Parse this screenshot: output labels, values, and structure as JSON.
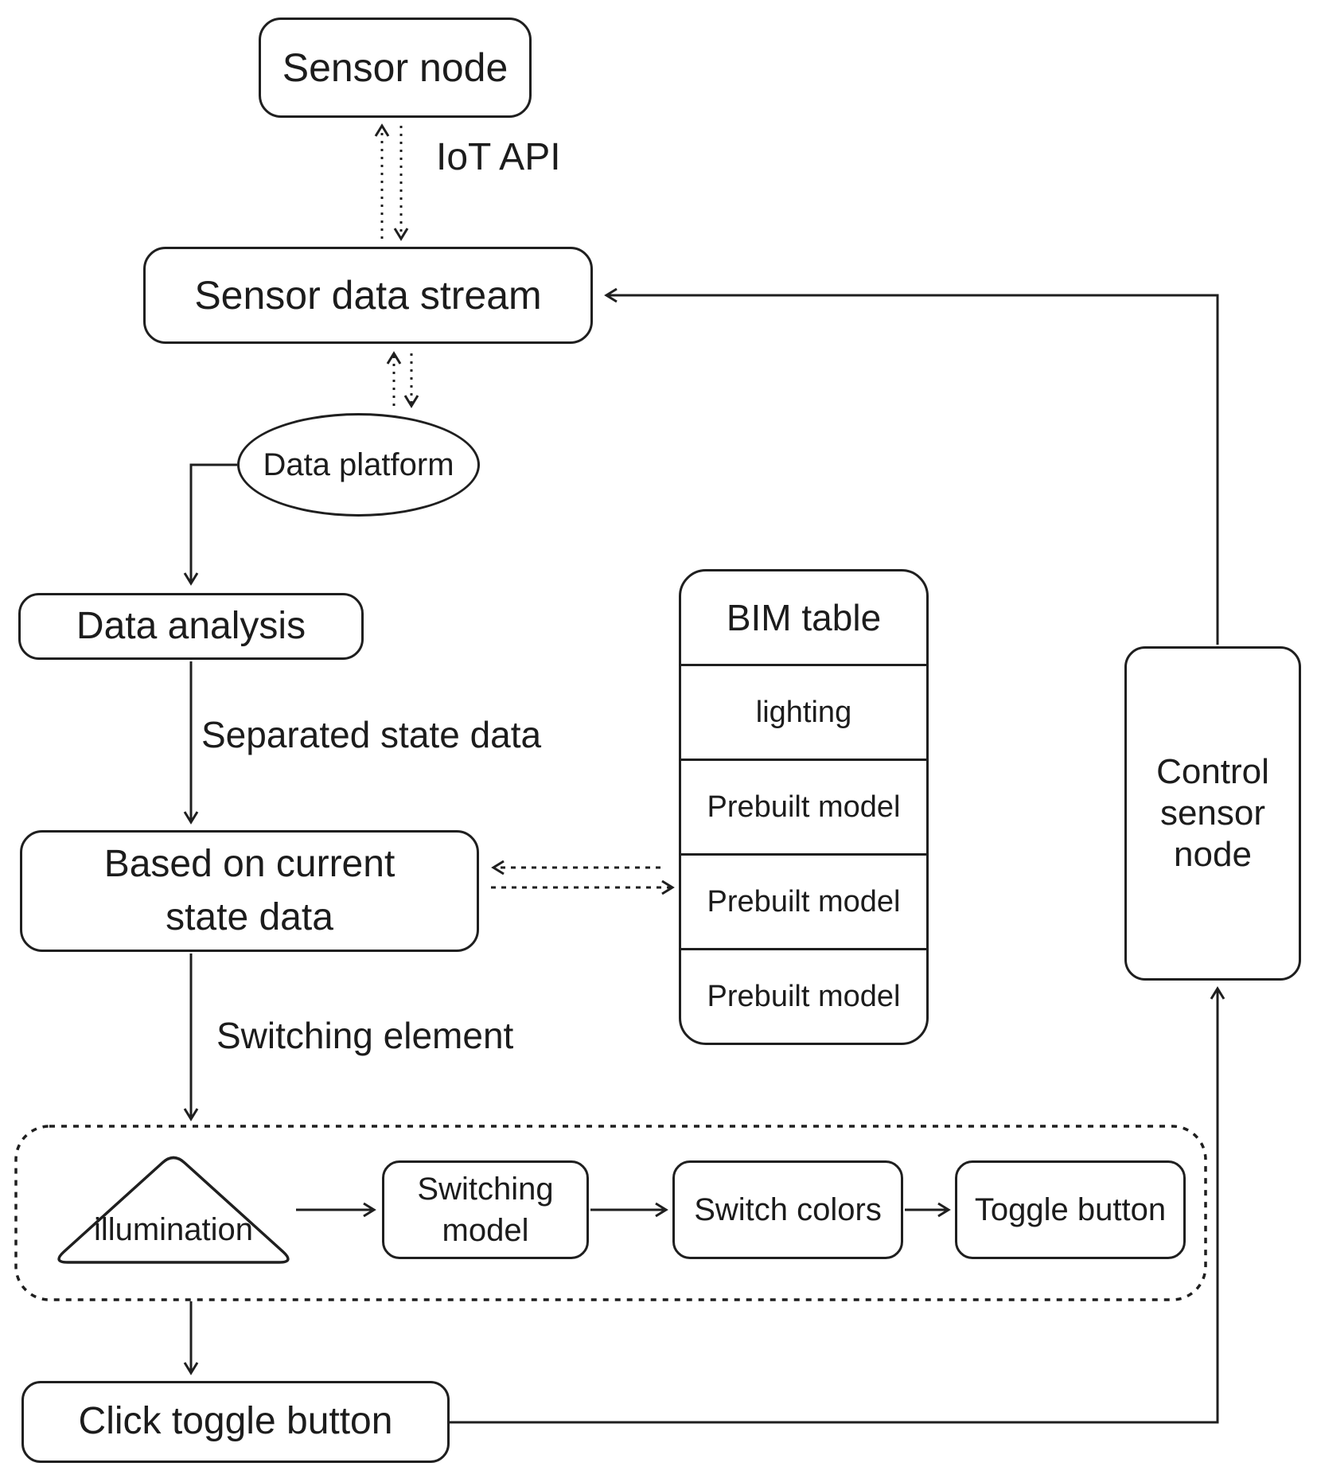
{
  "nodes": {
    "sensor_node": "Sensor node",
    "sensor_data_stream": "Sensor data stream",
    "data_platform": "Data platform",
    "data_analysis": "Data analysis",
    "based_on_current_state": "Based on current\nstate data",
    "control_sensor_node": "Control sensor node",
    "illumination": "illumination",
    "switching_model": "Switching model",
    "switch_colors": "Switch colors",
    "toggle_button": "Toggle button",
    "click_toggle_button": "Click toggle button"
  },
  "labels": {
    "iot_api": "IoT API",
    "separated_state_data": "Separated state data",
    "switching_element": "Switching element"
  },
  "bim_table": {
    "header": "BIM table",
    "rows": [
      "lighting",
      "Prebuilt model",
      "Prebuilt model",
      "Prebuilt model"
    ]
  },
  "colors": {
    "stroke": "#1f1f1f",
    "background": "#ffffff"
  }
}
